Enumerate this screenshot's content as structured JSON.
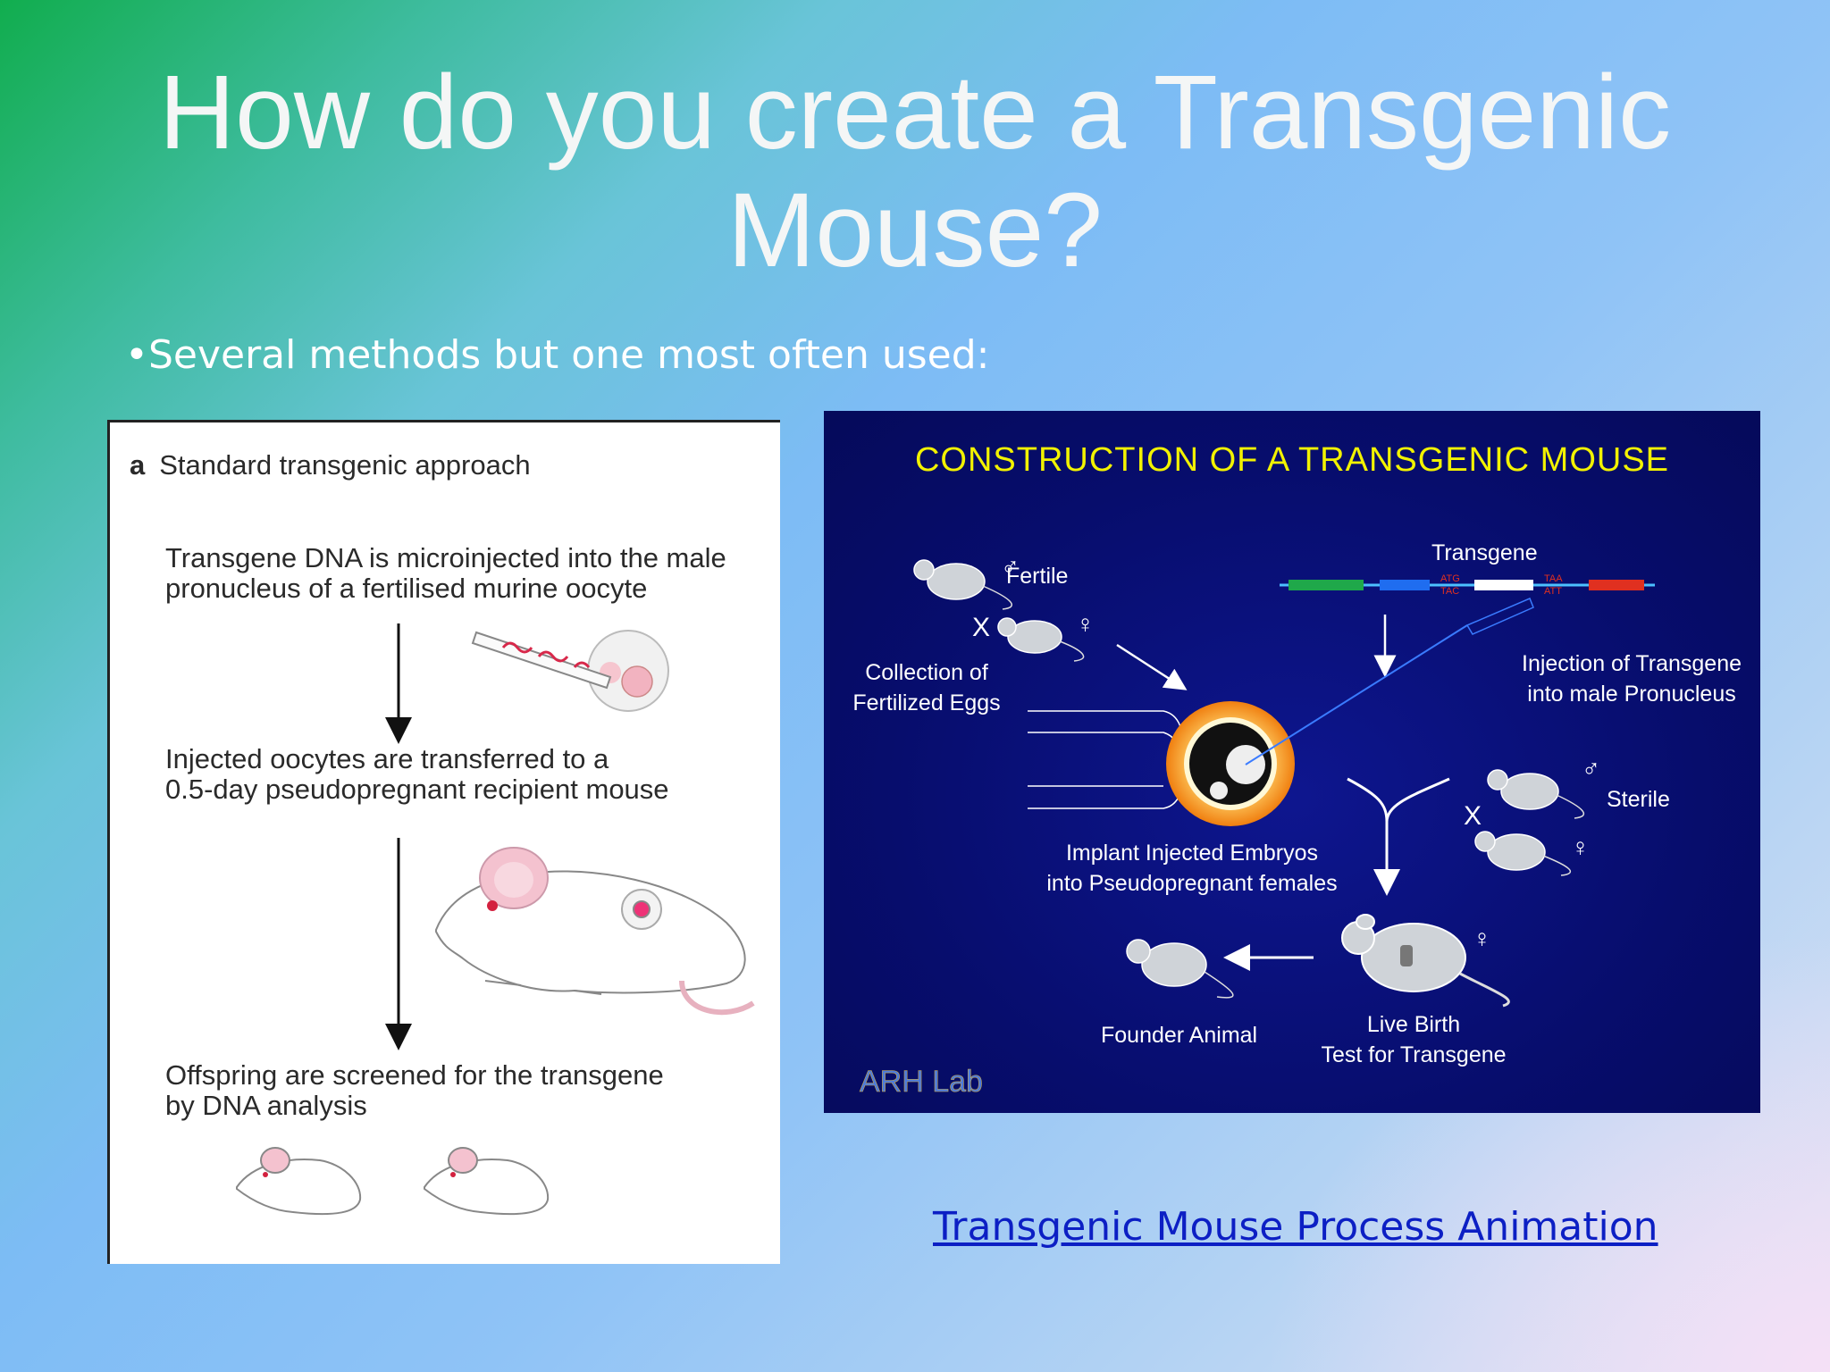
{
  "slide": {
    "title_line1": "How do you create a Transgenic",
    "title_line2": "Mouse?",
    "bullet": "•Several methods but one most often used:",
    "link_text": "Transgenic Mouse Process Animation"
  },
  "left_figure": {
    "panel_letter": "a",
    "heading": "Standard transgenic approach",
    "step1_line1": "Transgene DNA is microinjected into the male",
    "step1_line2": "pronucleus of a fertilised murine oocyte",
    "step2_line1": "Injected oocytes are transferred to a",
    "step2_line2": "0.5-day pseudopregnant recipient mouse",
    "step3_line1": "Offspring are screened for the transgene",
    "step3_line2": "by DNA analysis"
  },
  "right_figure": {
    "title": "CONSTRUCTION OF A TRANSGENIC MOUSE",
    "fertile": "Fertile",
    "transgene": "Transgene",
    "collection_line1": "Collection of",
    "collection_line2": "Fertilized Eggs",
    "injection_line1": "Injection of Transgene",
    "injection_line2": "into male Pronucleus",
    "sterile": "Sterile",
    "implant_line1": "Implant Injected Embryos",
    "implant_line2": "into  Pseudopregnant females",
    "founder": "Founder Animal",
    "livebirth_line1": "Live Birth",
    "livebirth_line2": "Test for Transgene",
    "codon_atg": "ATG",
    "codon_tac": "TAC",
    "codon_taa": "TAA",
    "codon_att": "ATT",
    "cross_symbol": "X",
    "male_symbol": "♂",
    "female_symbol": "♀",
    "logo_text": "ARH Lab",
    "colors": {
      "title": "#f2f200",
      "background": "#070d6d",
      "egg_ring": "#f59a1a"
    }
  }
}
